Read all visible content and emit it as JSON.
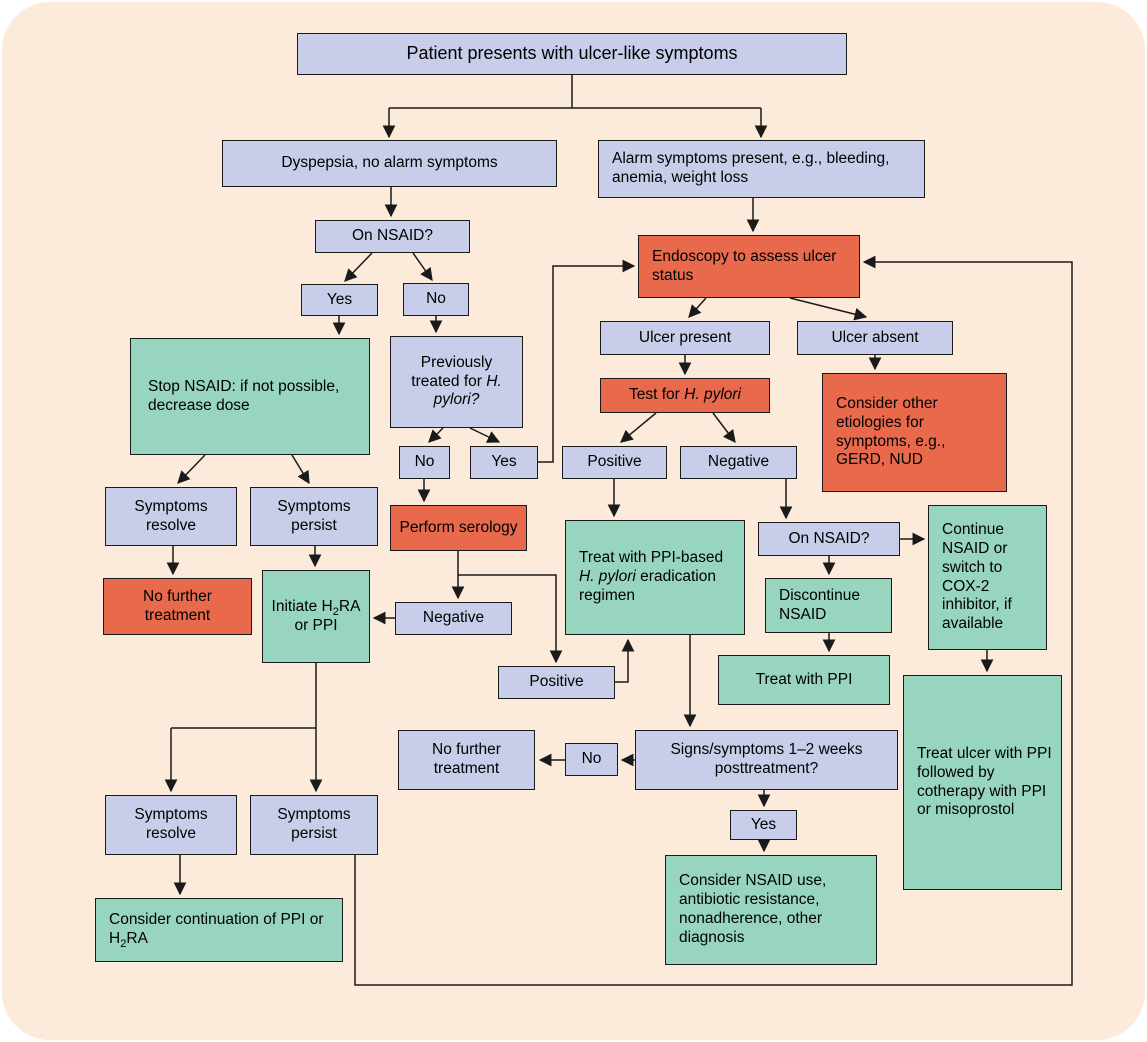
{
  "colors": {
    "background": "#fceada",
    "lavender": "#c8cde9",
    "salmon": "#e8694c",
    "teal_green": "#97d5bf",
    "line": "#1a1a1a"
  },
  "nodes": {
    "title": {
      "text": "Patient presents with ulcer-like symptoms"
    },
    "dyspepsia": {
      "text": "Dyspepsia, no alarm symptoms"
    },
    "alarm": {
      "text": "Alarm symptoms present, e.g., bleeding, anemia, weight loss"
    },
    "on_nsaid_1": {
      "text": "On NSAID?"
    },
    "yes_1": {
      "text": "Yes"
    },
    "no_1": {
      "text": "No"
    },
    "endoscopy": {
      "text": "Endoscopy to assess ulcer status"
    },
    "stop_nsaid": {
      "text": "Stop NSAID: if not possible, decrease dose"
    },
    "prev_treated": {
      "pre": "Previously treated for ",
      "italic": "H. pylori?"
    },
    "ulcer_present": {
      "text": "Ulcer present"
    },
    "ulcer_absent": {
      "text": "Ulcer absent"
    },
    "test_hp": {
      "pre": "Test for ",
      "italic": "H. pylori"
    },
    "consider_other": {
      "text": "Consider other etiologies for symptoms, e.g., GERD, NUD"
    },
    "no_2": {
      "text": "No"
    },
    "yes_2": {
      "text": "Yes"
    },
    "positive_1": {
      "text": "Positive"
    },
    "negative_1": {
      "text": "Negative"
    },
    "symptoms_resolve_1": {
      "text": "Symptoms resolve"
    },
    "symptoms_persist_1": {
      "text": "Symptoms persist"
    },
    "perform_serology": {
      "text": "Perform serology"
    },
    "eradication": {
      "pre": "Treat with PPI-based ",
      "italic": "H. pylori",
      "post": " eradication regimen"
    },
    "on_nsaid_2": {
      "text": "On NSAID?"
    },
    "continue_nsaid": {
      "text": "Continue NSAID or switch to COX-2 inhibitor, if available"
    },
    "no_further_1": {
      "text": "No further treatment"
    },
    "initiate_h2ra": {
      "pre": "Initiate H",
      "sub": "2",
      "post": "RA or PPI"
    },
    "negative_2": {
      "text": "Negative"
    },
    "discontinue_nsaid": {
      "text": "Discontinue NSAID"
    },
    "positive_2": {
      "text": "Positive"
    },
    "treat_with_ppi": {
      "text": "Treat with PPI"
    },
    "treat_ulcer": {
      "text": "Treat ulcer with PPI followed by cotherapy with PPI or misoprostol"
    },
    "no_further_2": {
      "text": "No further treatment"
    },
    "no_3": {
      "text": "No"
    },
    "signs_symptoms": {
      "text": "Signs/symptoms 1–2 weeks posttreatment?"
    },
    "yes_3": {
      "text": "Yes"
    },
    "symptoms_resolve_2": {
      "text": "Symptoms resolve"
    },
    "symptoms_persist_2": {
      "text": "Symptoms persist"
    },
    "consider_nsaid_use": {
      "text": "Consider NSAID use, antibiotic resistance, nonadherence, other diagnosis"
    },
    "consider_continuation": {
      "pre": "Consider continuation of PPI or H",
      "sub": "2",
      "post": "RA"
    }
  },
  "edges": [
    "title -> dyspepsia",
    "title -> alarm",
    "dyspepsia -> on_nsaid_1",
    "on_nsaid_1 -> yes_1",
    "on_nsaid_1 -> no_1",
    "yes_1 -> stop_nsaid",
    "no_1 -> prev_treated",
    "alarm -> endoscopy",
    "endoscopy -> ulcer_present",
    "endoscopy -> ulcer_absent",
    "ulcer_present -> test_hp",
    "test_hp -> positive_1",
    "test_hp -> negative_1",
    "ulcer_absent -> consider_other",
    "prev_treated -> no_2",
    "prev_treated -> yes_2",
    "yes_2 -> endoscopy",
    "no_2 -> perform_serology",
    "stop_nsaid -> symptoms_resolve_1",
    "stop_nsaid -> symptoms_persist_1",
    "symptoms_resolve_1 -> no_further_1",
    "symptoms_persist_1 -> initiate_h2ra",
    "perform_serology -> negative_2",
    "perform_serology -> positive_2",
    "negative_2 -> initiate_h2ra",
    "positive_1 -> eradication",
    "positive_2 -> eradication",
    "eradication -> signs_symptoms",
    "negative_1 -> on_nsaid_2",
    "on_nsaid_2 -> discontinue_nsaid",
    "on_nsaid_2 -> continue_nsaid",
    "discontinue_nsaid -> treat_with_ppi",
    "continue_nsaid -> treat_ulcer",
    "signs_symptoms -> no_3",
    "no_3 -> no_further_2",
    "signs_symptoms -> yes_3",
    "yes_3 -> consider_nsaid_use",
    "initiate_h2ra -> symptoms_resolve_2",
    "initiate_h2ra -> symptoms_persist_2",
    "symptoms_resolve_2 -> consider_continuation",
    "symptoms_persist_2 -> endoscopy"
  ]
}
